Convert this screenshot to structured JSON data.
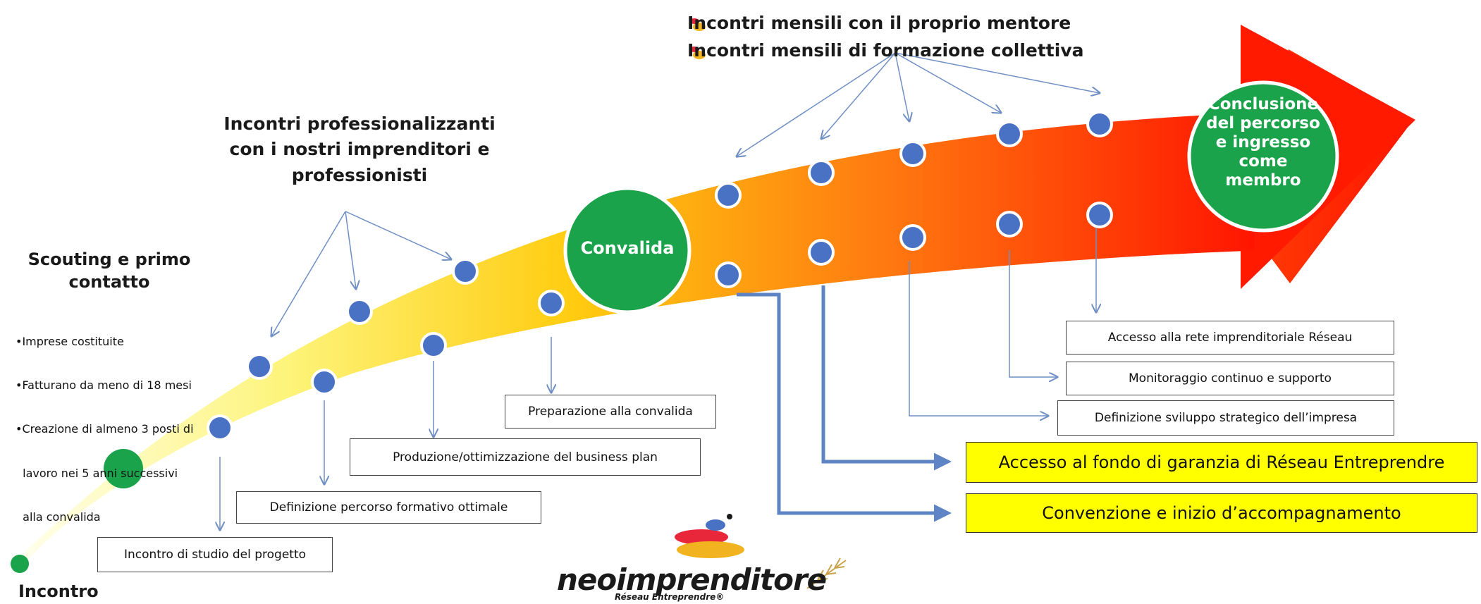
{
  "timeline": {
    "start_label": "Incontro",
    "scouting_title": "Scouting e primo contatto",
    "scouting_criteria": [
      "•Imprese costituite",
      "•Fatturano da meno di 18 mesi",
      "•Creazione di almeno 3 posti di",
      "  lavoro nei 5 anni successivi",
      "  alla convalida"
    ],
    "professional_meetings_title_lines": [
      "Incontri professionalizzanti",
      "con i nostri imprenditori e",
      "professionisti"
    ],
    "validation_label": "Convalida",
    "conclusion_label_lines": [
      "Conclusione",
      "del percorso",
      "e ingresso",
      "come",
      "membro"
    ]
  },
  "legend": {
    "items": [
      "Incontri mensili con il proprio mentore",
      "Incontri mensili di formazione collettiva"
    ]
  },
  "steps_before_validation": [
    "Incontro di studio del progetto",
    "Definizione percorso formativo ottimale",
    "Produzione/ottimizzazione del business plan",
    "Preparazione alla convalida"
  ],
  "steps_after_validation": [
    "Accesso alla rete imprenditoriale Réseau",
    "Monitoraggio continuo e supporto",
    "Definizione sviluppo strategico dell’impresa"
  ],
  "highlighted_steps": [
    "Accesso al fondo di garanzia di Réseau Entreprendre",
    "Convenzione  e inizio d’accompagnamento"
  ],
  "logo": {
    "name": "neoimprenditore",
    "tagline": "Réseau Entreprendre®"
  },
  "colors": {
    "arrow_start": "#fefee0",
    "arrow_mid": "#ffcc00",
    "arrow_end": "#ff1a00",
    "milestone_green": "#1aa34a",
    "dot_blue": "#4a72c4",
    "connector_blue": "#6f8fc4",
    "highlight_yellow": "#ffff00"
  }
}
